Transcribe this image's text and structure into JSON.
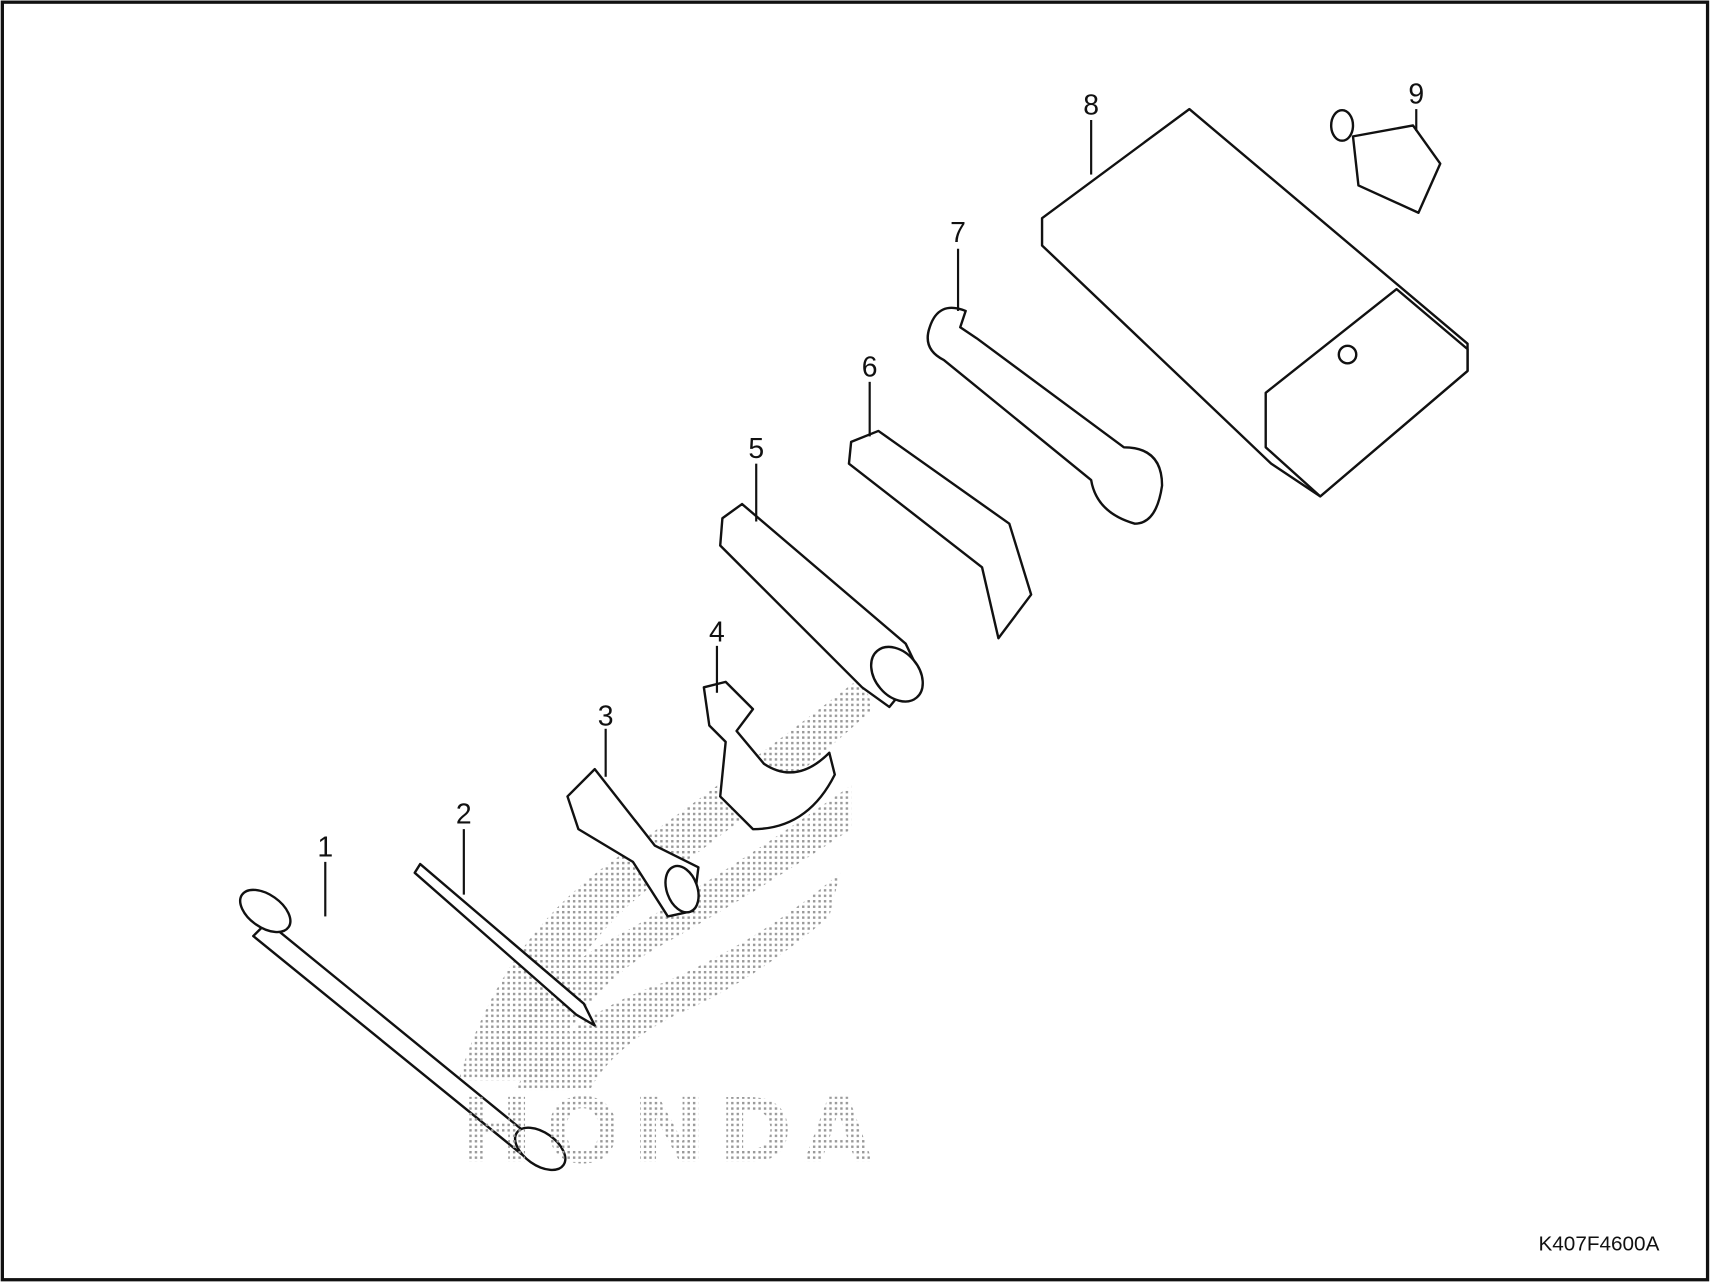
{
  "diagram": {
    "part_labels": [
      "1",
      "2",
      "3",
      "4",
      "5",
      "6",
      "7",
      "8",
      "9"
    ],
    "drawing_code": "K407F4600A",
    "watermark": "HONDA"
  }
}
